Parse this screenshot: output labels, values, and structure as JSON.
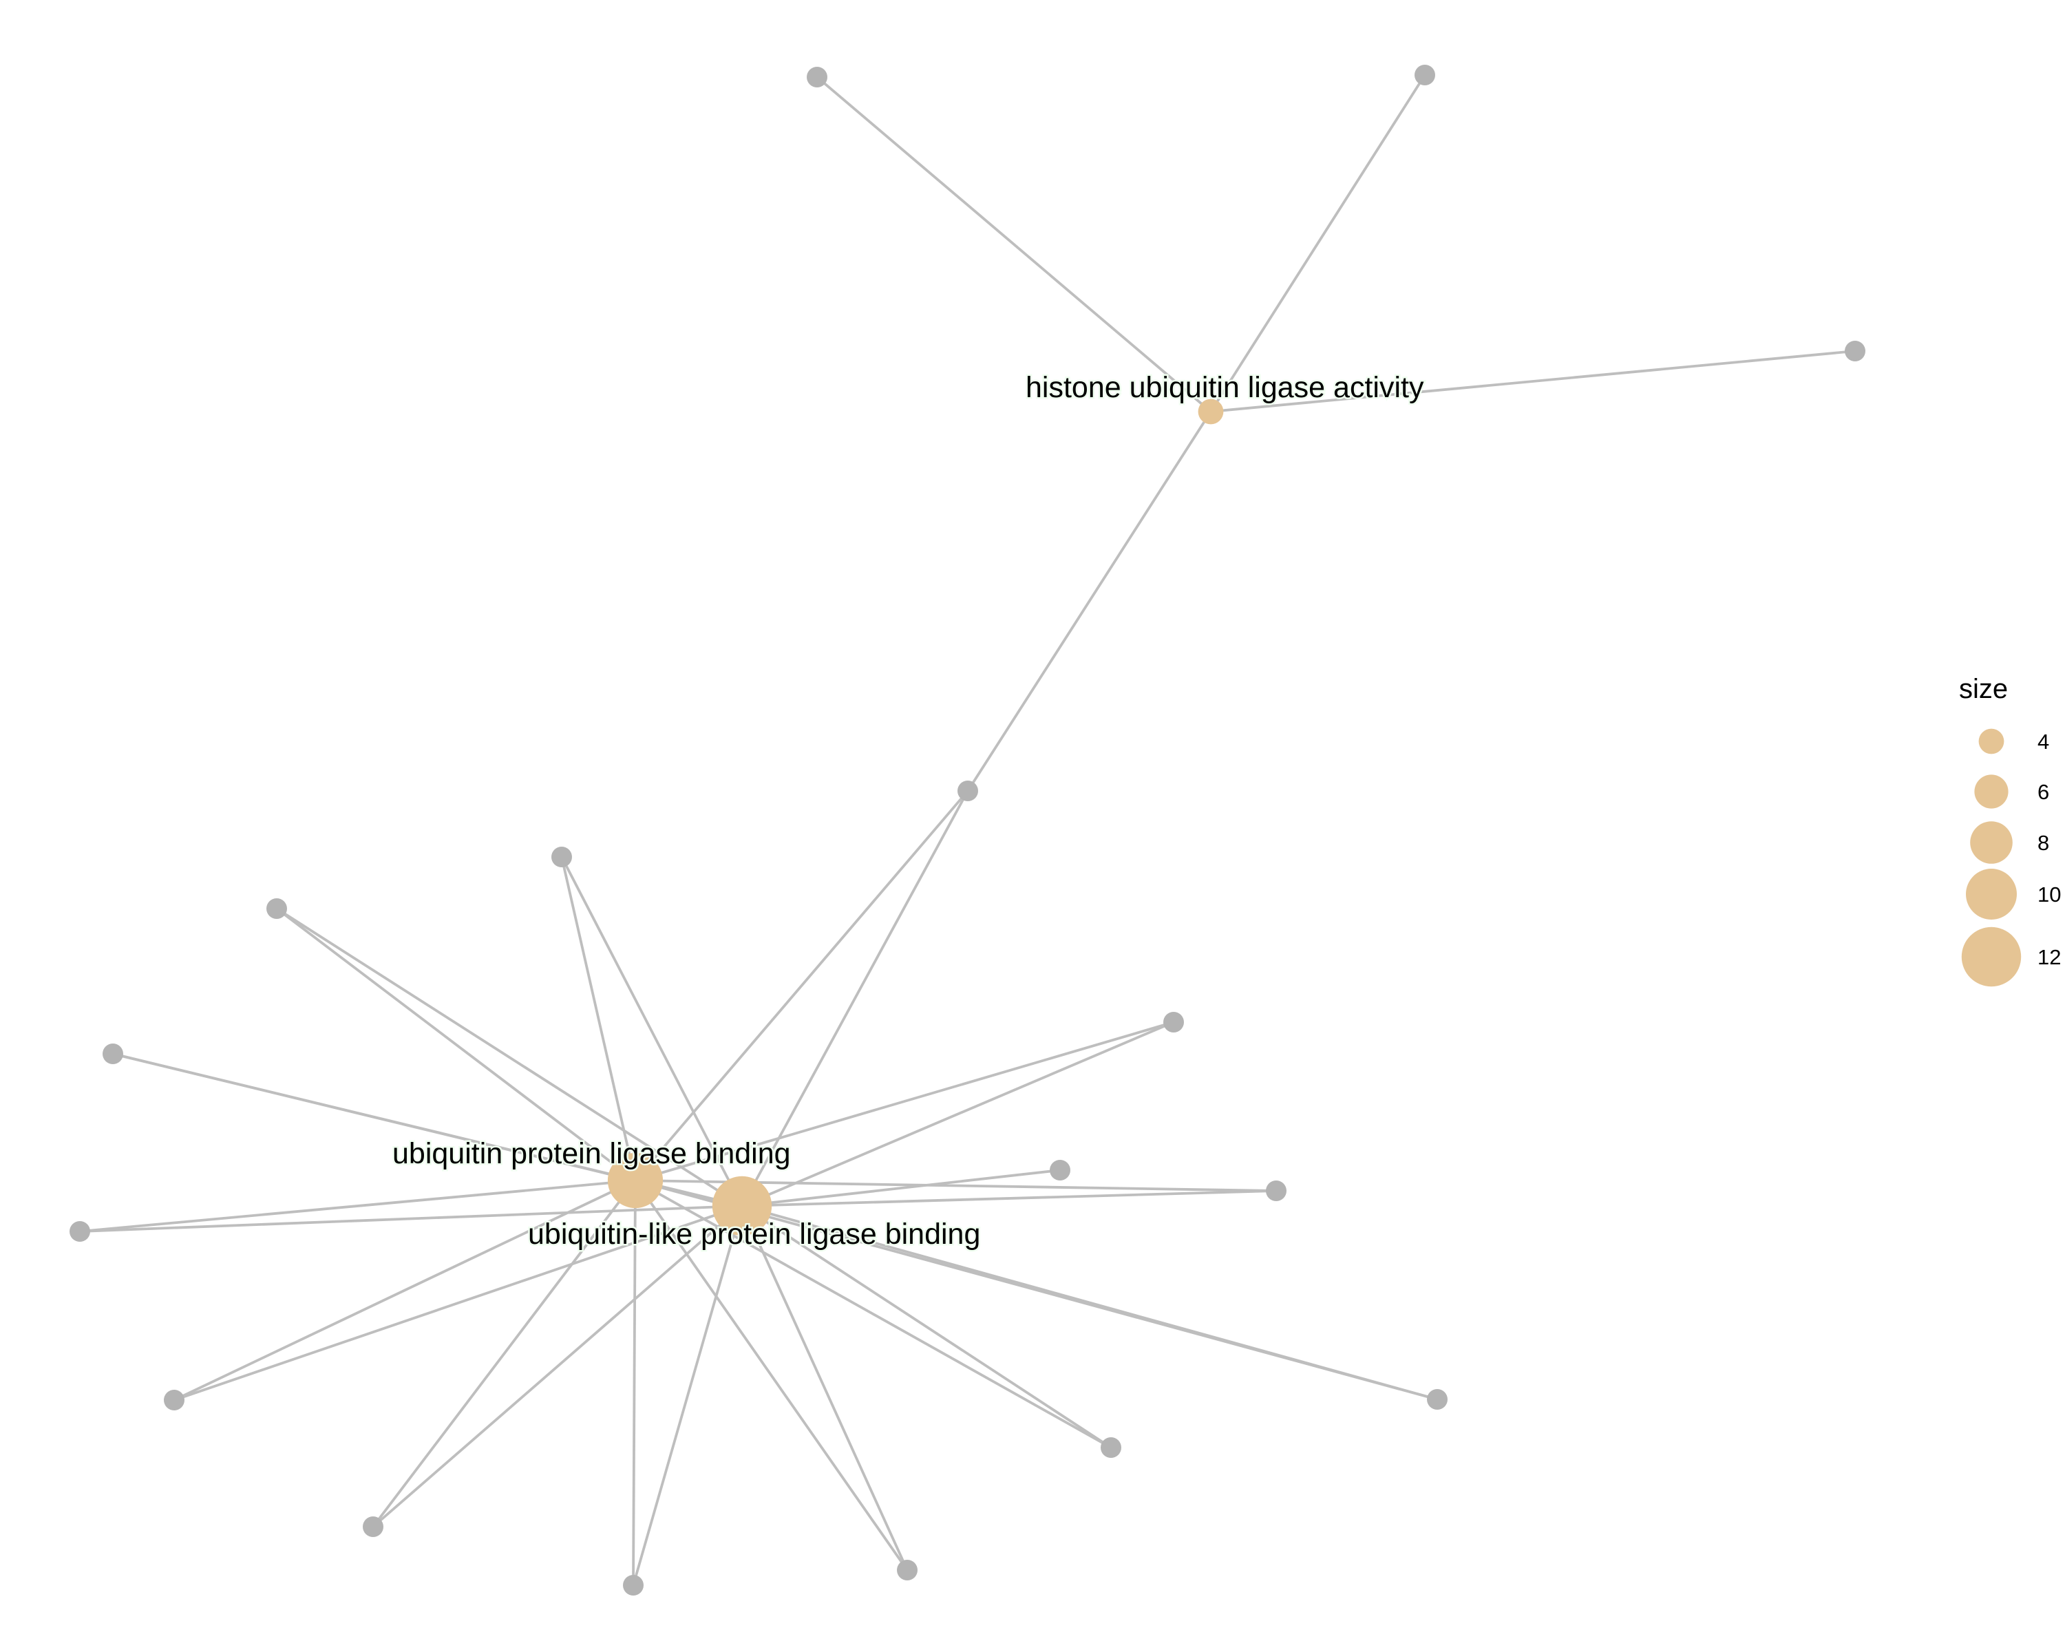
{
  "colors": {
    "term_node": "#e5c494",
    "gene_node": "#b3b3b3",
    "edge": "#bebebe",
    "label_halo": "#f0fff0"
  },
  "diagram": {
    "type": "network",
    "terms": [
      {
        "id": "t1",
        "label": "histone ubiquitin ligase activity",
        "size": 4
      },
      {
        "id": "t2",
        "label": "ubiquitin protein ligase binding",
        "size": 11
      },
      {
        "id": "t3",
        "label": "ubiquitin-like protein ligase binding",
        "size": 12
      }
    ],
    "genes": [
      "g1",
      "g2",
      "g3",
      "g4",
      "g5",
      "g6",
      "g7",
      "g8",
      "g9",
      "g10",
      "g11",
      "g12",
      "g13",
      "g14",
      "g15",
      "g16",
      "g17"
    ],
    "edges": [
      [
        "t1",
        "g1"
      ],
      [
        "t1",
        "g2"
      ],
      [
        "t1",
        "g3"
      ],
      [
        "t1",
        "g4"
      ],
      [
        "t2",
        "g4"
      ],
      [
        "t3",
        "g4"
      ],
      [
        "t2",
        "g5"
      ],
      [
        "t3",
        "g5"
      ],
      [
        "t2",
        "g6"
      ],
      [
        "t3",
        "g6"
      ],
      [
        "t2",
        "g7"
      ],
      [
        "t3",
        "g7"
      ],
      [
        "t2",
        "g8"
      ],
      [
        "t3",
        "g8"
      ],
      [
        "t2",
        "g9"
      ],
      [
        "t3",
        "g9"
      ],
      [
        "t2",
        "g10"
      ],
      [
        "t3",
        "g10"
      ],
      [
        "t2",
        "g11"
      ],
      [
        "t3",
        "g11"
      ],
      [
        "t2",
        "g12"
      ],
      [
        "t3",
        "g12"
      ],
      [
        "t2",
        "g13"
      ],
      [
        "t3",
        "g13"
      ],
      [
        "t2",
        "g14"
      ],
      [
        "t3",
        "g14"
      ],
      [
        "t2",
        "g15"
      ],
      [
        "t3",
        "g15"
      ],
      [
        "t2",
        "g16"
      ],
      [
        "t3",
        "g16"
      ],
      [
        "t3",
        "g17"
      ]
    ]
  },
  "legend": {
    "title": "size",
    "entries": [
      {
        "label": "4",
        "size": 4
      },
      {
        "label": "6",
        "size": 6
      },
      {
        "label": "8",
        "size": 8
      },
      {
        "label": "10",
        "size": 10
      },
      {
        "label": "12",
        "size": 12
      }
    ]
  }
}
